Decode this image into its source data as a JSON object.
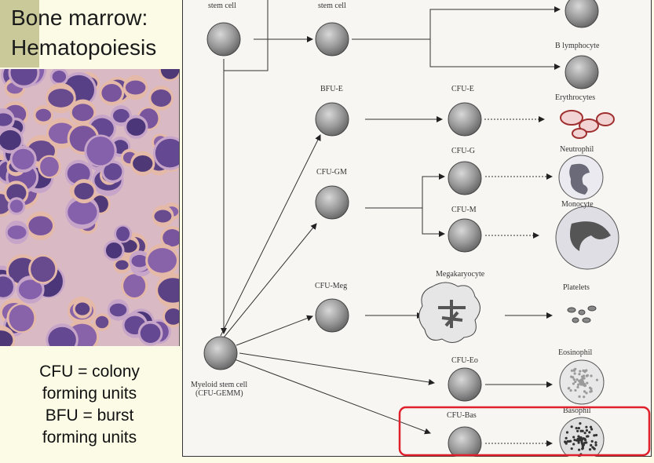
{
  "slide": {
    "title_line1": "Bone marrow:",
    "title_line2": "Hematopoiesis",
    "legend": [
      "CFU = colony",
      "forming units",
      "BFU = burst",
      "forming units"
    ]
  },
  "diagram": {
    "labels": {
      "top_stem_cell_1": "stem  cell",
      "top_stem_cell_2": "stem  cell",
      "b_lymphocyte": "B  lymphocyte",
      "bfu_e": "BFU-E",
      "cfu_e": "CFU-E",
      "erythrocytes": "Erythrocytes",
      "cfu_g": "CFU-G",
      "neutrophil": "Neutrophil",
      "cfu_gm": "CFU-GM",
      "cfu_m": "CFU-M",
      "monocyte": "Monocyte",
      "megakaryocyte": "Megakaryocyte",
      "cfu_meg": "CFU-Meg",
      "platelets": "Platelets",
      "eosinophil": "Eosinophil",
      "cfu_eo": "CFU-Eo",
      "myeloid_1": "Myeloid  stem  cell",
      "myeloid_2": "(CFU-GEMM)",
      "cfu_bas": "CFU-Bas",
      "basophil": "Basophil"
    },
    "highlight_color": "#e0202a"
  }
}
